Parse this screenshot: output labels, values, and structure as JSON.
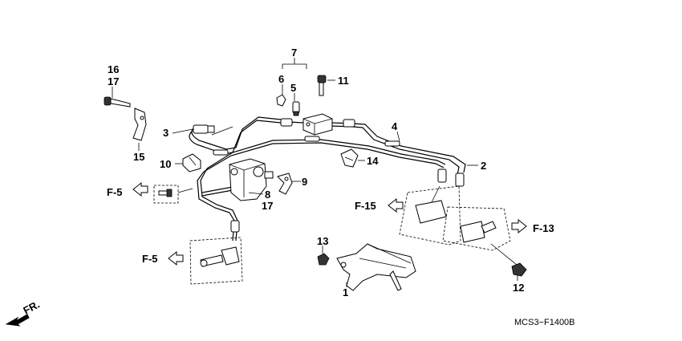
{
  "callouts": {
    "c16": "16",
    "c17a": "17",
    "c3": "3",
    "c15": "15",
    "c10": "10",
    "c7": "7",
    "c6": "6",
    "c5": "5",
    "c11": "11",
    "c4": "4",
    "c2": "2",
    "c14": "14",
    "c9": "9",
    "c8": "8",
    "c17b": "17",
    "c13": "13",
    "c1": "1",
    "c12": "12"
  },
  "references": {
    "f5_left": "F-5",
    "f5_bottom": "F-5",
    "f15": "F-15",
    "f13": "F-13"
  },
  "direction_label": "FR.",
  "diagram_code": "MCS3−F1400B"
}
